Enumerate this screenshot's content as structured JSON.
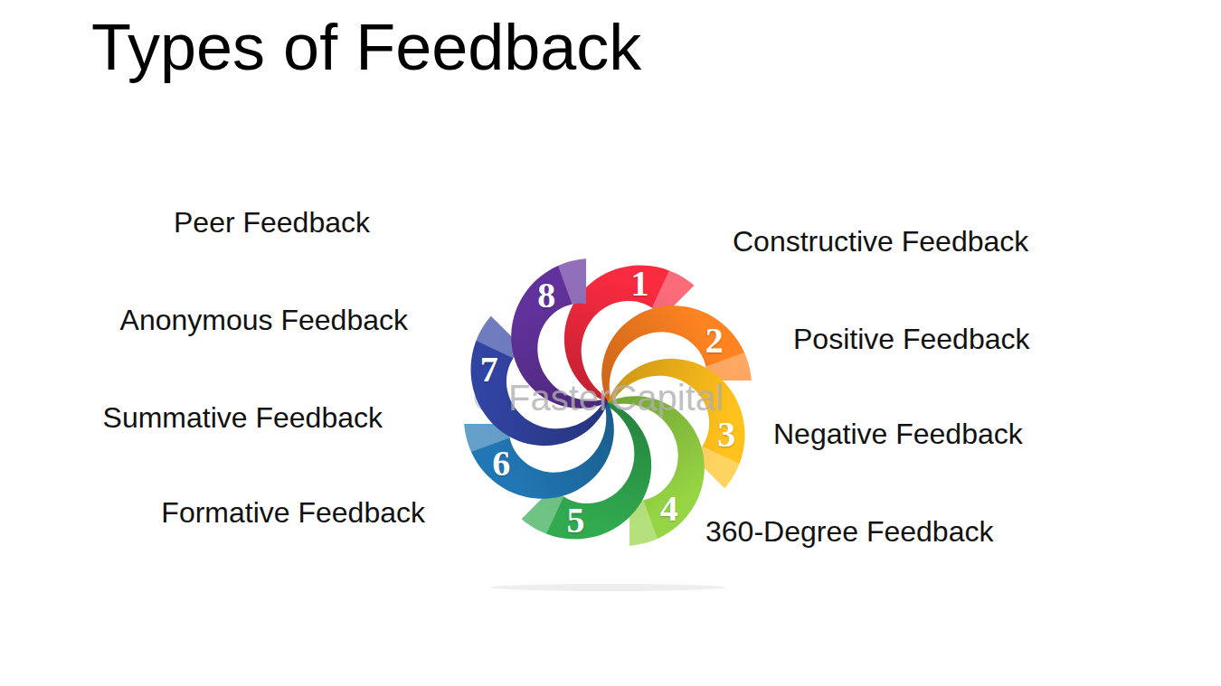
{
  "diagram": {
    "title": "Types of Feedback",
    "nodes": [
      {
        "text": [
          "1",
          "Constructive Feedback"
        ]
      },
      {
        "text": [
          "2",
          "Positive Feedback"
        ]
      },
      {
        "text": [
          "3",
          "Negative Feedback"
        ]
      },
      {
        "text": [
          "4",
          "360-Degree Feedback"
        ]
      },
      {
        "text": [
          "5",
          "Formative Feedback"
        ]
      },
      {
        "text": [
          "6",
          "Summative Feedback"
        ]
      },
      {
        "text": [
          "7",
          "Anonymous Feedback"
        ]
      },
      {
        "text": [
          "8",
          "Peer Feedback"
        ]
      }
    ],
    "labels": [
      "FasterCapital"
    ]
  }
}
